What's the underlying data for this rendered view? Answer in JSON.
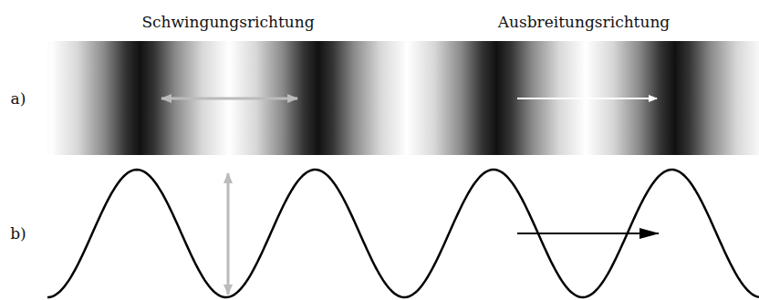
{
  "diagram": {
    "labels": [
      "Schwingungsrichtung",
      "Ausbreitungsrichtung",
      "a)",
      "b)"
    ]
  }
}
